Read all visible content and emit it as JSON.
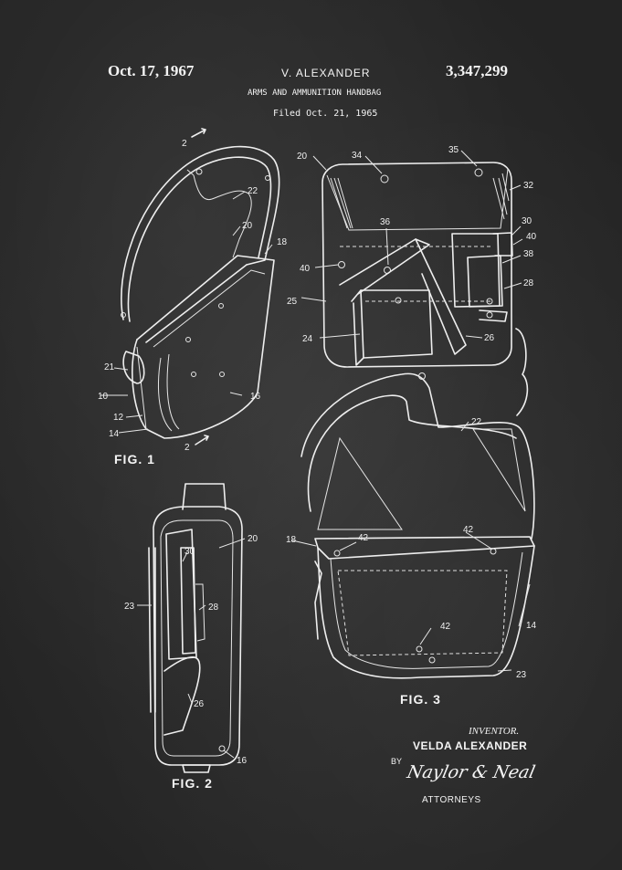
{
  "header": {
    "date": "Oct. 17, 1967",
    "inventor": "V. ALEXANDER",
    "patent_number": "3,347,299",
    "title": "ARMS AND AMMUNITION HANDBAG",
    "filed": "Filed Oct. 21, 1965"
  },
  "figures": {
    "fig1": "FIG. 1",
    "fig2": "FIG. 2",
    "fig3": "FIG. 3"
  },
  "labels": {
    "fig1": [
      "2",
      "22",
      "20",
      "18",
      "21",
      "10",
      "12",
      "14",
      "16",
      "2"
    ],
    "fig2": [
      "20",
      "30",
      "23",
      "28",
      "26",
      "16"
    ],
    "fig3": [
      "20",
      "34",
      "35",
      "32",
      "30",
      "40",
      "38",
      "36",
      "40",
      "28",
      "25",
      "24",
      "26",
      "22",
      "18",
      "42",
      "42",
      "42",
      "14",
      "23"
    ]
  },
  "footer": {
    "inventor_label": "INVENTOR.",
    "inventor_name": "VELDA ALEXANDER",
    "by": "BY",
    "signature": "Naylor & Neal",
    "attorneys": "ATTORNEYS"
  },
  "colors": {
    "background": "#2b2b2b",
    "ink": "#f2f2f2"
  }
}
